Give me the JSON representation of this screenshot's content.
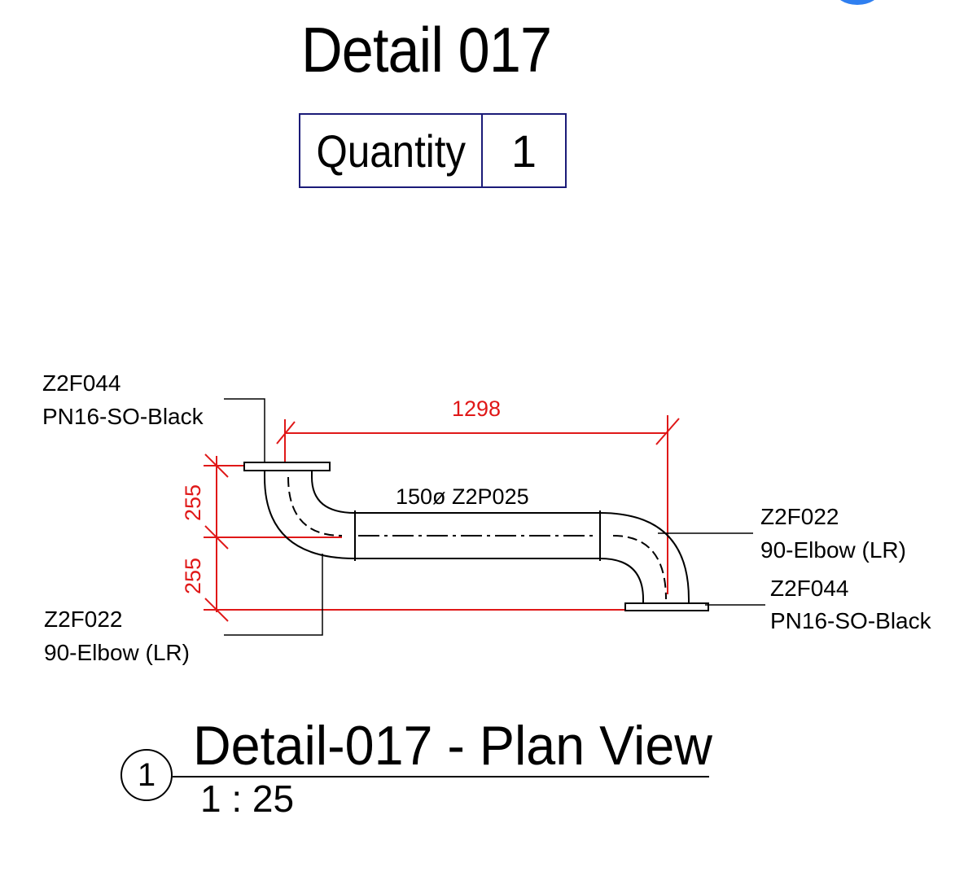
{
  "title": "Detail 017",
  "quantity": {
    "label": "Quantity",
    "value": "1"
  },
  "annotations": {
    "top_left_code": "Z2F044",
    "top_left_desc": "PN16-SO-Black",
    "right_upper_code": "Z2F022",
    "right_upper_desc": "90-Elbow (LR)",
    "right_lower_code": "Z2F044",
    "right_lower_desc": "PN16-SO-Black",
    "bottom_left_code": "Z2F022",
    "bottom_left_desc": "90-Elbow (LR)",
    "pipe_label": "150ø Z2P025"
  },
  "dimensions": {
    "horizontal": "1298",
    "vertical_upper": "255",
    "vertical_lower": "255"
  },
  "view": {
    "number": "1",
    "title": "Detail-017 - Plan View",
    "scale": "1 : 25"
  },
  "colors": {
    "dimension": "#e01818",
    "table_border": "#1b1b78",
    "accent_blue": "#2f7ff0"
  }
}
